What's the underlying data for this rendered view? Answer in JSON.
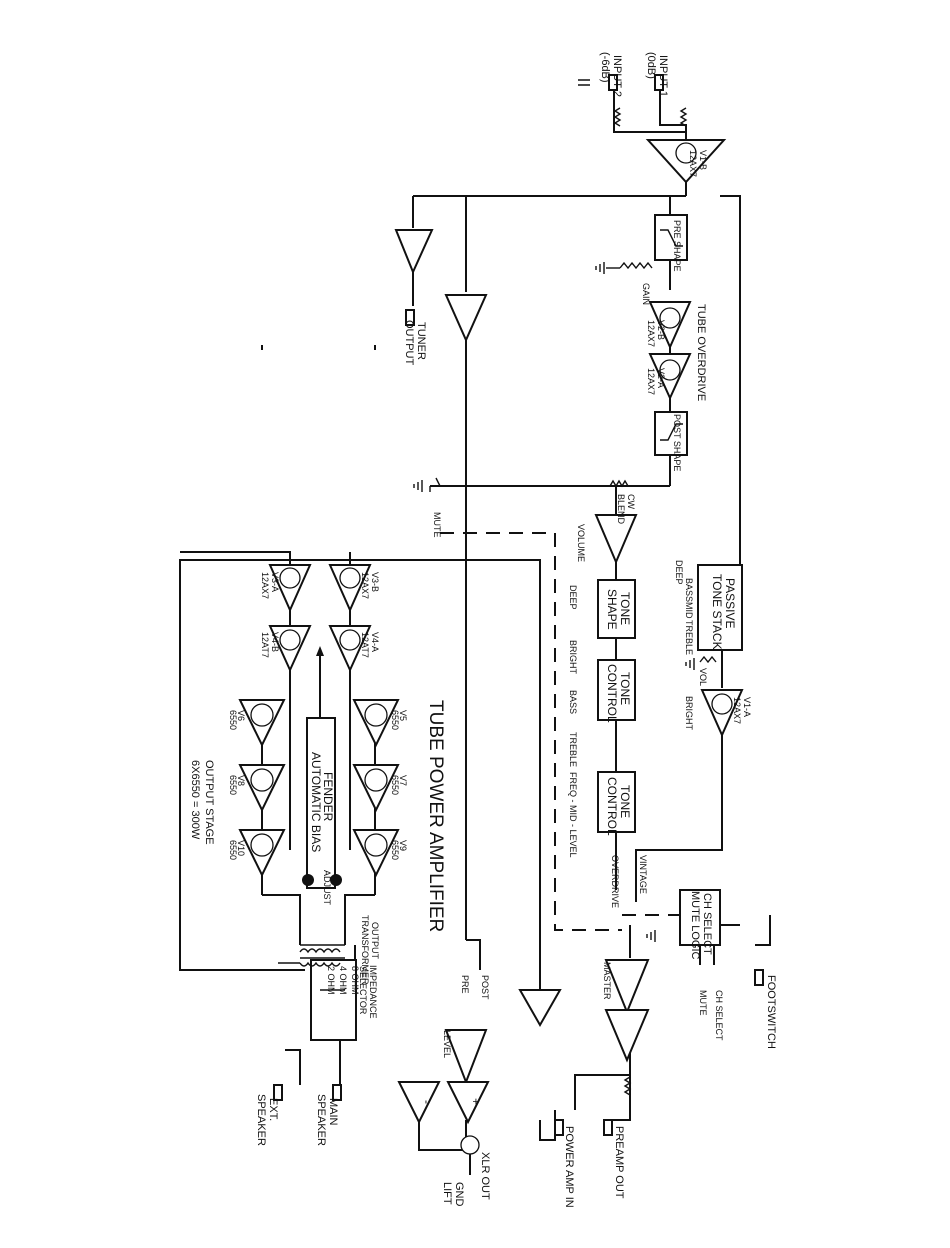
{
  "inputs": {
    "input1": "INPUT 1",
    "input1_level": "(0dB)",
    "input2": "INPUT 2",
    "input2_level": "(-6dB)"
  },
  "tubes": {
    "v1b": "V1-B",
    "v1b_type": "12AX7",
    "v2b": "V2-B",
    "v2b_type": "12AX7",
    "v2a": "V2-A",
    "v2a_type": "12AX7",
    "v1a": "V1-A",
    "v1a_type": "12AX7",
    "v3a": "V3-A",
    "v3a_type": "12AX7",
    "v3b": "V3-B",
    "v3b_type": "12AX7",
    "v4b": "V4-B",
    "v4b_type": "12AT7",
    "v4a": "V4-A",
    "v4a_type": "12AT7",
    "v5": "V5",
    "v5_type": "6550",
    "v6": "V6",
    "v6_type": "6550",
    "v7": "V7",
    "v7_type": "6550",
    "v8": "V8",
    "v8_type": "6550",
    "v9": "V9",
    "v9_type": "6550",
    "v10": "V10",
    "v10_type": "6550"
  },
  "blocks": {
    "pre_shape": "PRE SHAPE",
    "post_shape": "POST SHAPE",
    "tube_overdrive": "TUBE OVERDRIVE",
    "passive_tone_stack_1": "PASSIVE",
    "passive_tone_stack_2": "TONE STACK",
    "tone_shape_1": "TONE",
    "tone_shape_2": "SHAPE",
    "tone_control_a1": "TONE",
    "tone_control_a2": "CONTROL",
    "tone_control_b1": "TONE",
    "tone_control_b2": "CONTROL",
    "ch_select_1": "CH SELECT",
    "ch_select_2": "MUTE LOGIC",
    "bias_1": "FENDER",
    "bias_2": "AUTOMATIC BIAS"
  },
  "controls": {
    "gain": "GAIN",
    "cw": "CW",
    "blend": "BLEND",
    "volume": "VOLUME",
    "deep_a": "DEEP",
    "deep_b": "DEEP",
    "bass_a": "BASS",
    "mid": "MID",
    "treble_a": "TREBLE",
    "vol": "VOL",
    "bright_a": "BRIGHT",
    "bright_b": "BRIGHT",
    "bass_b": "BASS",
    "treble_b": "TREBLE",
    "freq_mid_level": "FREQ - MID - LEVEL",
    "overdrive": "OVERDRIVE",
    "vintage": "VINTAGE",
    "master": "MASTER",
    "mute_a": "MUTE",
    "mute_b": "MUTE",
    "ch_select_sw": "CH SELECT",
    "level": "LEVEL",
    "pre": "PRE",
    "post": "POST",
    "adjust": "ADJUST",
    "plus": "+",
    "minus": "-"
  },
  "jacks": {
    "tuner_1": "TUNER",
    "tuner_2": "OUTPUT",
    "footswitch": "FOOTSWITCH",
    "preamp_out": "PREAMP OUT",
    "power_amp_in": "POWER AMP IN",
    "xlr_out": "XLR OUT",
    "gnd_1": "GND",
    "gnd_2": "LIFT",
    "main_1": "MAIN",
    "main_2": "SPEAKER",
    "ext_1": "EXT.",
    "ext_2": "SPEAKER"
  },
  "power_section": {
    "title": "TUBE POWER AMPLIFIER",
    "stage_1": "OUTPUT STAGE",
    "stage_2": "6X6550 = 300W",
    "transformer_1": "OUTPUT",
    "transformer_2": "TRANSFORMER",
    "impedance_1": "IMPEDANCE",
    "impedance_2": "SELECTOR",
    "ohm_8": "8 OHM",
    "ohm_4": "4 OHM",
    "ohm_2": "2 OHM"
  }
}
